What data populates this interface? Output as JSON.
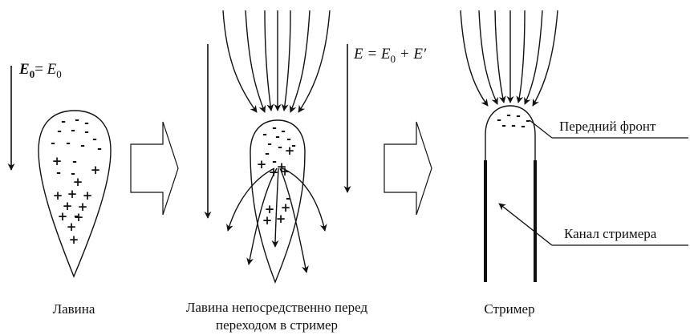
{
  "labels": {
    "field_left": {
      "bold_symbol": "E",
      "bold_sub": "0",
      "eq": "= ",
      "sym": "E",
      "sub": "0"
    },
    "field_middle": {
      "text1": "E = E",
      "sub1": "0",
      "text2": " + E′"
    },
    "front": "Передний фронт",
    "channel": "Канал стримера"
  },
  "captions": {
    "avalanche": "Лавина",
    "before_line1": "Лавина непосредственно перед",
    "before_line2": "переходом в стример",
    "streamer": "Стример"
  },
  "charges": {
    "minus": "-",
    "plus": "+"
  },
  "colors": {
    "ink": "#111111",
    "background": "#ffffff"
  }
}
